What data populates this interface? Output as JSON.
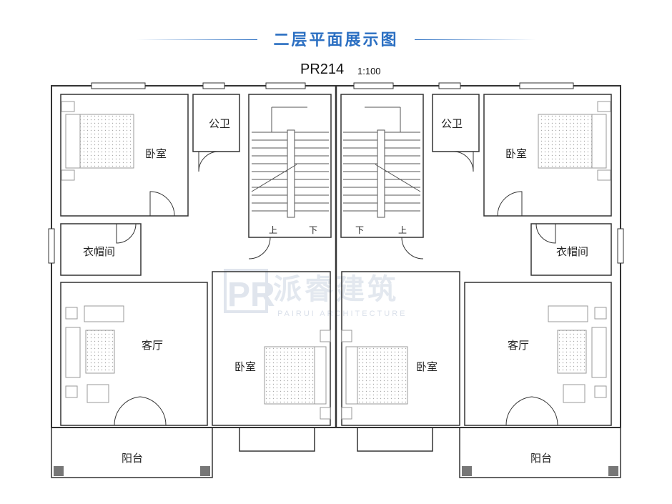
{
  "header": {
    "title": "二层平面展示图",
    "plan_code": "PR214",
    "scale": "1:100"
  },
  "rooms": {
    "bedroom_left_top": "卧室",
    "bedroom_right_top": "卧室",
    "bathroom_left": "公卫",
    "bathroom_right": "公卫",
    "closet_left": "衣帽间",
    "closet_right": "衣帽间",
    "living_left": "客厅",
    "living_right": "客厅",
    "bedroom_left_mid": "卧室",
    "bedroom_right_mid": "卧室",
    "balcony_left": "阳台",
    "balcony_right": "阳台"
  },
  "stairs": {
    "left_up": "上",
    "left_down": "下",
    "right_down": "下",
    "right_up": "上"
  },
  "watermark": {
    "logo": "PR",
    "name_cn": "派睿建筑",
    "name_en": "PAIRUI ARCHITECTURE"
  },
  "colors": {
    "accent": "#2b6fc2",
    "wall": "#333333",
    "furniture": "#999999"
  }
}
